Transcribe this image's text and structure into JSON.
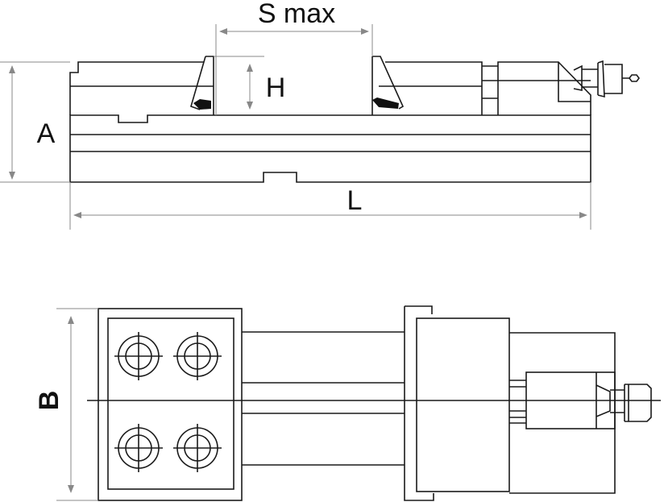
{
  "side_view": {
    "labels": {
      "stroke_max": "S max",
      "jaw_height": "H",
      "overall_height": "A",
      "overall_length": "L"
    }
  },
  "top_view": {
    "labels": {
      "width": "B"
    }
  },
  "colors": {
    "line": "#1a1a1a",
    "dimension": "#888888"
  }
}
